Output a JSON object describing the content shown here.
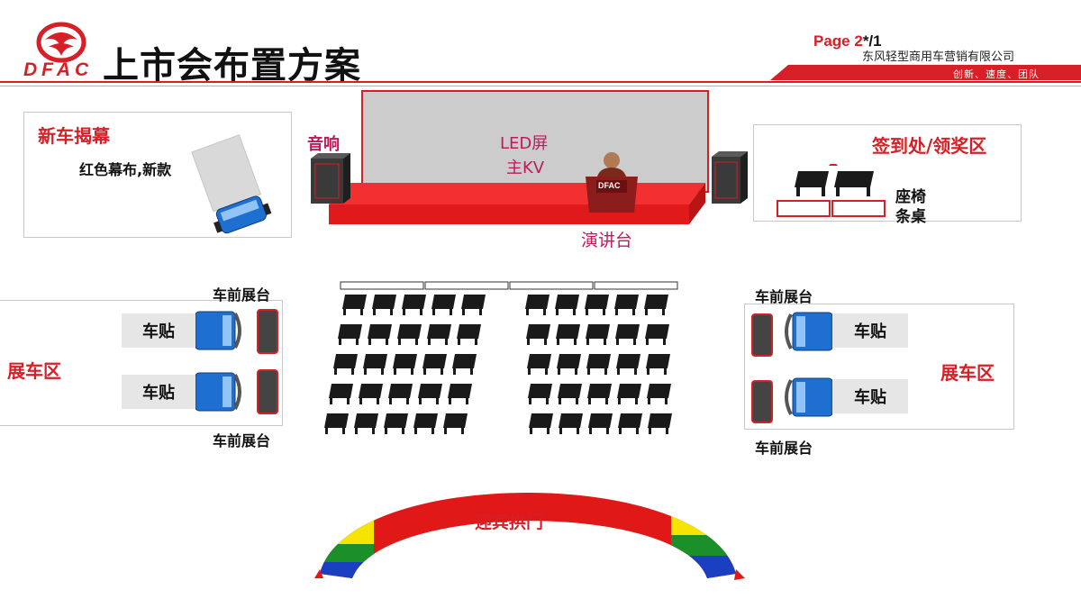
{
  "header": {
    "logo_text": "DFAC",
    "title": "上市会布置方案",
    "page_label": "Page 2",
    "page_suffix": "*/1",
    "company": "东风轻型商用车营销有限公司",
    "slogan": "创新、速度、团队"
  },
  "stage": {
    "screen_label_line1": "LED屏",
    "screen_label_line2": "主KV",
    "speaker_label": "音响",
    "podium_label": "演讲台",
    "podium_badge": "DFAC"
  },
  "reveal_area": {
    "title": "新车揭幕",
    "note": "红色幕布,新款"
  },
  "signin_area": {
    "title": "签到处/领奖区",
    "chairs_label": "座椅",
    "table_label": "条桌"
  },
  "left_display": {
    "title": "展车区",
    "platform_label_top": "车前展台",
    "platform_label_bottom": "车前展台",
    "sticker_top": "车贴",
    "sticker_bottom": "车贴"
  },
  "right_display": {
    "title": "展车区",
    "platform_label_top": "车前展台",
    "platform_label_bottom": "车前展台",
    "sticker_top": "车贴",
    "sticker_bottom": "车贴"
  },
  "arch": {
    "label": "迎宾拱门"
  },
  "colors": {
    "brand_red": "#d61f26",
    "magenta": "#c2185b",
    "truck_blue": "#1e6fd0",
    "screen_gray": "#cccccc"
  }
}
